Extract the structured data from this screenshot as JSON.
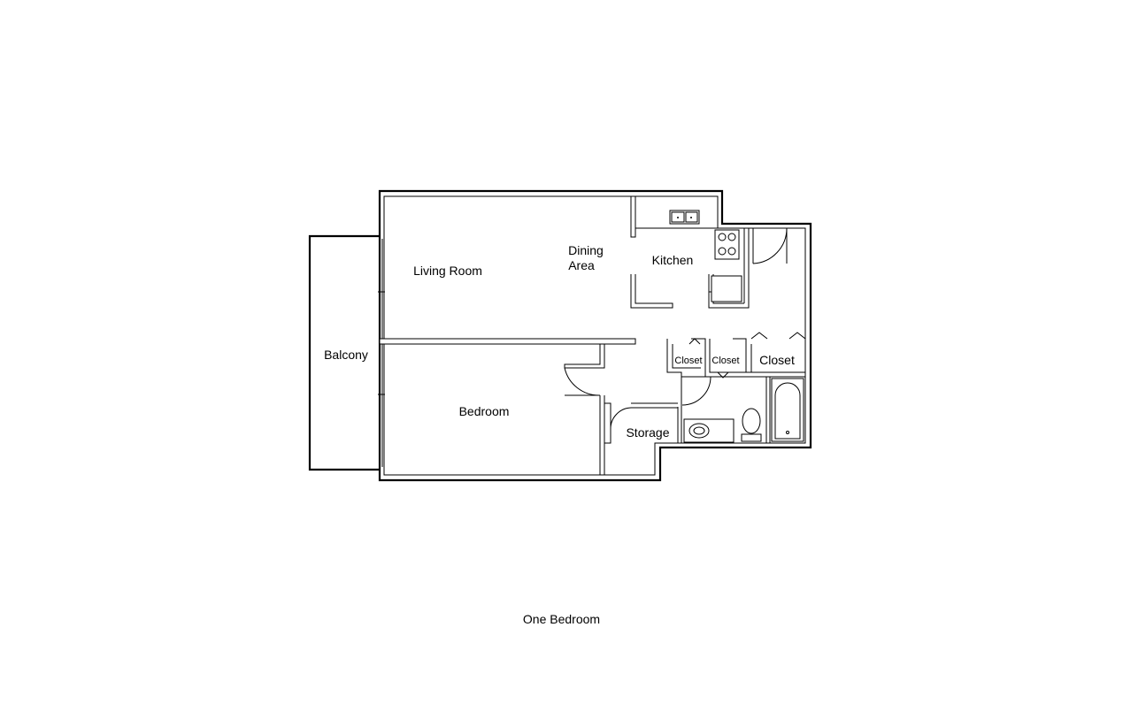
{
  "rooms": {
    "balcony": "Balcony",
    "living_room": "Living Room",
    "dining_line1": "Dining",
    "dining_line2": "Area",
    "kitchen": "Kitchen",
    "bedroom": "Bedroom",
    "storage": "Storage",
    "closet_1": "Closet",
    "closet_2": "Closet",
    "closet_3": "Closet"
  },
  "caption": "One Bedroom"
}
